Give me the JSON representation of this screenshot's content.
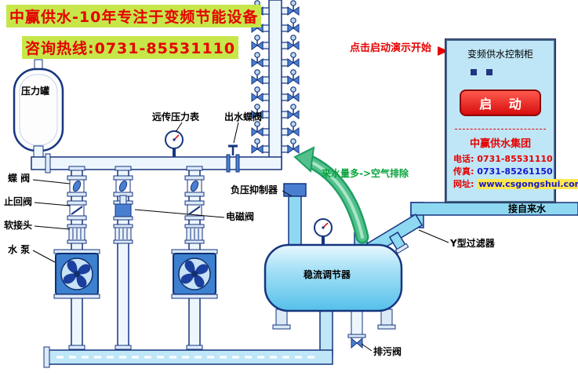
{
  "header": {
    "title": "中赢供水-10年专注于变频节能设备",
    "hotline": "咨询热线:0731-85531110"
  },
  "labels": {
    "pressure_tank": "压力罐",
    "remote_pressure_gauge": "远传压力表",
    "outlet_butterfly_valve": "出水蝶阀",
    "butterfly_valve": "蝶 阀",
    "check_valve": "止回阀",
    "flexible_joint": "软接头",
    "water_pump": "水 泵",
    "negative_pressure_suppressor": "负压抑制器",
    "solenoid_valve": "电磁阀",
    "air_note": "来水量多->空气排除",
    "demo_hint": "点击启动演示开始",
    "tap_water": "接自来水",
    "y_filter": "Y型过滤器",
    "flow_regulator": "稳流调节器",
    "drain_valve": "排污阀"
  },
  "cabinet": {
    "title": "变频供水控制柜",
    "start_button": "启 动",
    "company": "中赢供水集团",
    "phone_label": "电话:",
    "phone": "0731-85531110",
    "fax_label": "传真:",
    "fax": "0731-85261150",
    "website_label": "网址:",
    "website": "www.csgongshui.com"
  },
  "colors": {
    "accent_red": "#e60000",
    "banner_highlight": "#c6e64a",
    "pipe_outline": "#16357f",
    "water_blue": "#8fd8f2",
    "pump_blue": "#3d80cf",
    "green_note": "#08a33c",
    "cabinet_bg": "#bfe6f6",
    "url_highlight": "#ffe84d"
  }
}
